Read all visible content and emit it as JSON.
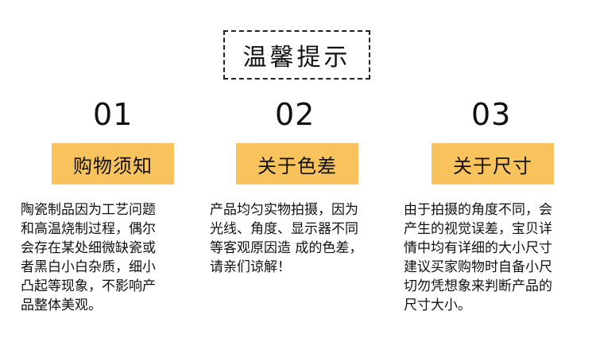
{
  "title": "温馨提示",
  "columns": [
    {
      "number": "01",
      "tag": "购物须知",
      "text": "陶瓷制品因为工艺问题\n和高温烧制过程，偶尔\n会存在某处细微缺瓷或\n者黑白小白杂质，细小\n凸起等现象，不影响产\n品整体美观。"
    },
    {
      "number": "02",
      "tag": "关于色差",
      "text": "产品均匀实物拍摄，因为\n光线、角度、显示器不同\n等客观原因造 成的色差，\n请亲们谅解！"
    },
    {
      "number": "03",
      "tag": "关于尺寸",
      "text": "由于拍摄的角度不同，会\n产生的视觉误差，宝贝详\n情中均有详细的大小尺寸\n建议买家购物时自备小尺\n切勿凭想象来判断产品的\n尺寸大小。"
    }
  ],
  "colors": {
    "accent": "#f8c35c",
    "text": "#111111",
    "background": "#ffffff"
  }
}
